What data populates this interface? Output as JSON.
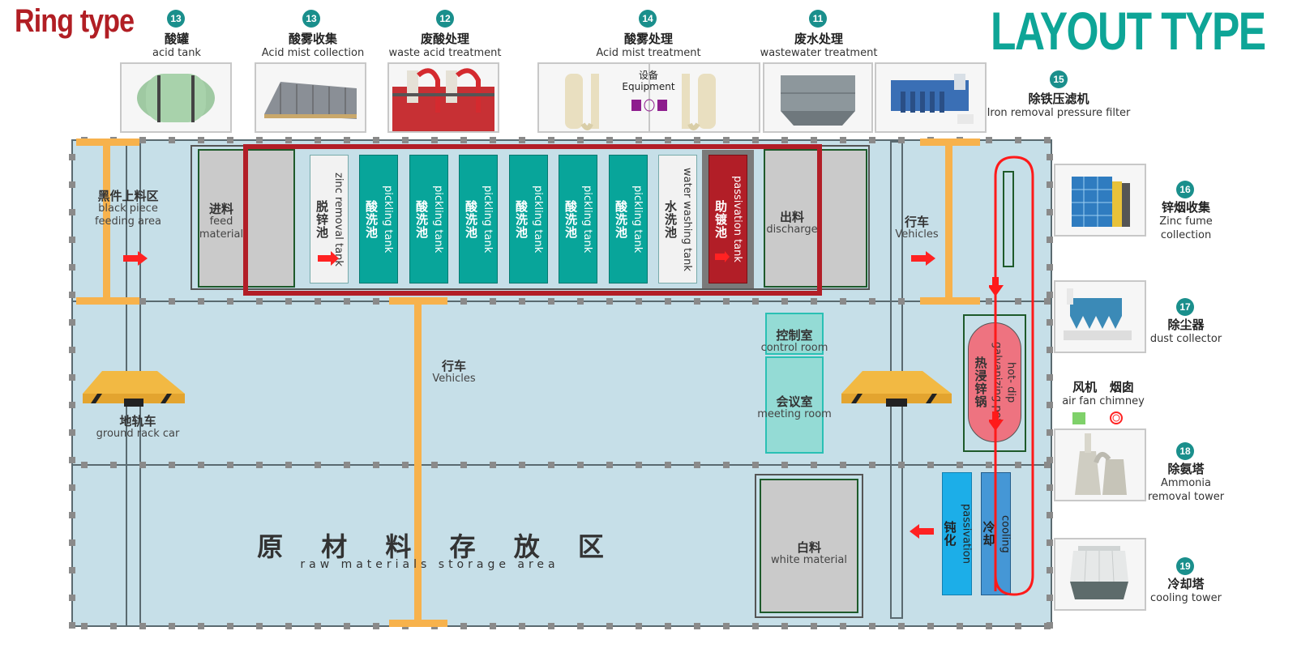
{
  "header": {
    "left_title": "Ring type",
    "right_title": "LAYOUT TYPE"
  },
  "colors": {
    "brand_red": "#b11e24",
    "brand_teal": "#0ea597",
    "floor": "#c6dfe8",
    "crane": "#f7b24c",
    "pickling": "#08a59a",
    "galvanizing_pot": "#ee7380",
    "flow_line": "#ff1a1a"
  },
  "equipment_top": [
    {
      "num": "13",
      "zh": "酸罐",
      "en": "acid tank",
      "icon": "acid-tank-photo"
    },
    {
      "num": "13",
      "zh": "酸雾收集",
      "en": "Acid mist collection",
      "icon": "acid-mist-collection-photo"
    },
    {
      "num": "12",
      "zh": "废酸处理",
      "en": "waste acid treatment",
      "icon": "waste-acid-treatment-photo"
    },
    {
      "num": "14",
      "zh": "酸雾处理",
      "en": "Acid mist treatment",
      "icon": "acid-mist-treatment-photo",
      "overlay_zh": "设备",
      "overlay_en": "Equipment"
    },
    {
      "num": "11",
      "zh": "废水处理",
      "en": "wastewater treatment",
      "icon": "wastewater-treatment-photo"
    },
    {
      "num": "15",
      "zh": "除铁压滤机",
      "en": "Iron removal pressure filter",
      "icon": "pressure-filter-photo"
    }
  ],
  "equipment_right": [
    {
      "num": "16",
      "zh": "锌烟收集",
      "en": "Zinc fume collection",
      "icon": "zinc-fume-collection-photo"
    },
    {
      "num": "17",
      "zh": "除尘器",
      "en": "dust collector",
      "icon": "dust-collector-photo"
    },
    {
      "num": "18",
      "zh": "除氨塔",
      "en": "Ammonia removal tower",
      "icon": "ammonia-tower-photo"
    },
    {
      "num": "19",
      "zh": "冷却塔",
      "en": "cooling tower",
      "icon": "cooling-tower-photo"
    }
  ],
  "legend": {
    "fan_zh": "风机",
    "chimney_zh": "烟囱",
    "en": "air fan chimney",
    "fan_icon": "air-fan-icon",
    "chimney_icon": "chimney-icon"
  },
  "zones": {
    "black_feed": {
      "zh": "黑件上料区",
      "en1": "black piece",
      "en2": "feeding area"
    },
    "feed": {
      "zh": "进料",
      "en1": "feed",
      "en2": "material"
    },
    "discharge": {
      "zh": "出料",
      "en": "discharge"
    },
    "vehicles_top": {
      "zh": "行车",
      "en": "Vehicles"
    },
    "vehicles_mid": {
      "zh": "行车",
      "en": "Vehicles"
    },
    "ground_car": {
      "zh": "地轨车",
      "en": "ground rack car"
    },
    "control_room": {
      "zh": "控制室",
      "en": "control room"
    },
    "meeting_room": {
      "zh": "会议室",
      "en": "meeting room"
    },
    "galvanizing_pot": {
      "zh": "热浸锌锅",
      "en1": "hot- dip",
      "en2": "galvanizing pot"
    },
    "passivation": {
      "zh": "钝化",
      "en": "passivation"
    },
    "cooling": {
      "zh": "冷却",
      "en": "cooling"
    },
    "white_material": {
      "zh": "白料",
      "en": "white material"
    },
    "raw_storage": {
      "zh": "原 材 料 存 放 区",
      "en": "raw materials storage area"
    }
  },
  "tanks": [
    {
      "zh": "脱锌池",
      "en": "zinc removal tank",
      "type": "white"
    },
    {
      "zh": "酸洗池",
      "en": "pickling tank",
      "type": "teal"
    },
    {
      "zh": "酸洗池",
      "en": "pickling tank",
      "type": "teal"
    },
    {
      "zh": "酸洗池",
      "en": "pickling tank",
      "type": "teal"
    },
    {
      "zh": "酸洗池",
      "en": "pickling tank",
      "type": "teal"
    },
    {
      "zh": "酸洗池",
      "en": "pickling tank",
      "type": "teal"
    },
    {
      "zh": "酸洗池",
      "en": "pickling tank",
      "type": "teal"
    },
    {
      "zh": "水洗池",
      "en": "water washing tank",
      "type": "white"
    },
    {
      "zh": "助镀池",
      "en": "passivation tank",
      "type": "red"
    }
  ]
}
